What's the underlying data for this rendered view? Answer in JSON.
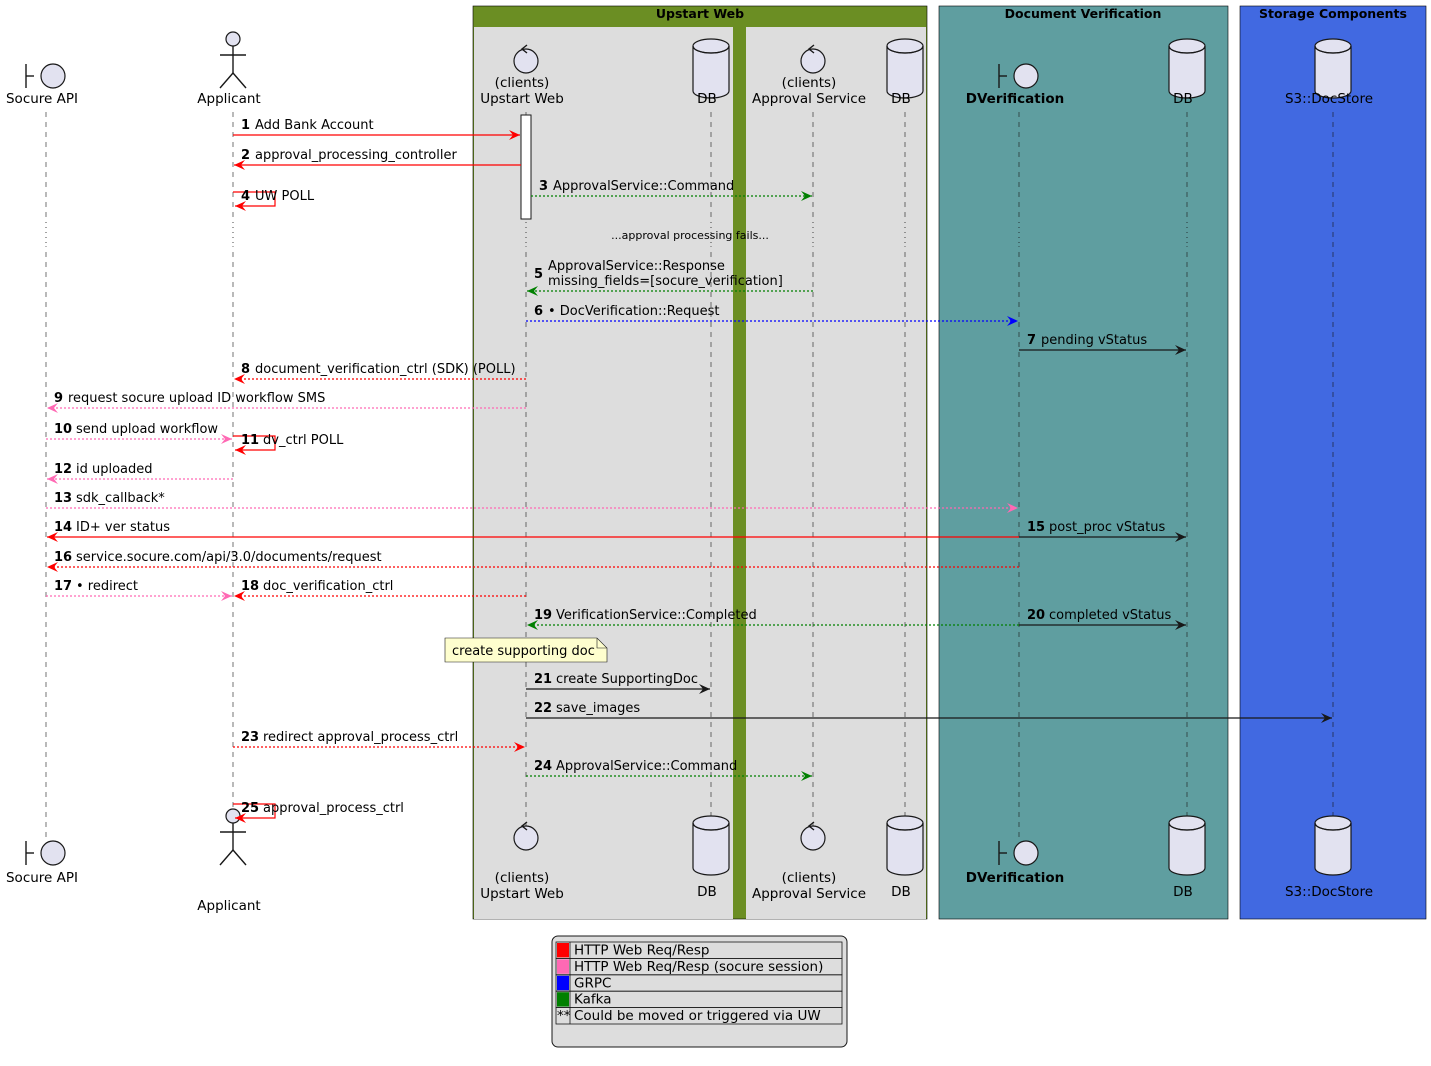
{
  "colors": {
    "http": "#ff0000",
    "socure": "#ff69b4",
    "grpc": "#0000ff",
    "kafka": "#008000",
    "black": "#181818",
    "upstart_box": "#6b8e23",
    "docver_box": "#5f9ea0",
    "storage_box": "#4169e1",
    "inner_box": "#dddddd",
    "participant_fill": "#e2e2f0",
    "note_fill": "#fefece"
  },
  "boxes": {
    "upstart": "Upstart Web",
    "docver": "Document Verification",
    "storage": "Storage Components"
  },
  "participants": [
    {
      "id": "socure",
      "kind": "boundary",
      "lines": [
        "Socure API"
      ],
      "bold": false
    },
    {
      "id": "applicant",
      "kind": "actor",
      "lines": [
        "Applicant"
      ],
      "bold": false
    },
    {
      "id": "uw",
      "kind": "control",
      "lines": [
        "(clients)",
        "Upstart Web"
      ],
      "bold": false
    },
    {
      "id": "db1",
      "kind": "database",
      "lines": [
        "DB"
      ],
      "bold": false
    },
    {
      "id": "approval",
      "kind": "control",
      "lines": [
        "(clients)",
        "Approval Service"
      ],
      "bold": false
    },
    {
      "id": "db2",
      "kind": "database",
      "lines": [
        "DB"
      ],
      "bold": false
    },
    {
      "id": "dver",
      "kind": "boundary",
      "lines": [
        "DVerification"
      ],
      "bold": true
    },
    {
      "id": "db3",
      "kind": "database",
      "lines": [
        "DB"
      ],
      "bold": false
    },
    {
      "id": "s3",
      "kind": "database",
      "lines": [
        "S3::DocStore"
      ],
      "bold": false
    }
  ],
  "messages": [
    {
      "num": "1",
      "text": [
        "Add Bank Account"
      ],
      "from": "applicant",
      "to": "uw",
      "style": "http",
      "dashed": false
    },
    {
      "num": "2",
      "text": [
        "approval_processing_controller"
      ],
      "from": "uw",
      "to": "applicant",
      "style": "http",
      "dashed": false
    },
    {
      "num": "4",
      "text": [
        "UW POLL"
      ],
      "from": "applicant",
      "to": "applicant",
      "style": "http",
      "dashed": false
    },
    {
      "num": "3",
      "text": [
        "ApprovalService::Command"
      ],
      "from": "uw",
      "to": "approval",
      "style": "kafka",
      "dashed": true
    },
    {
      "num": "5",
      "text": [
        "ApprovalService::Response",
        "missing_fields=[socure_verification]"
      ],
      "from": "approval",
      "to": "uw",
      "style": "kafka",
      "dashed": true
    },
    {
      "num": "6",
      "text": [
        "• DocVerification::Request"
      ],
      "from": "uw",
      "to": "dver",
      "style": "grpc",
      "dashed": true
    },
    {
      "num": "7",
      "text": [
        "pending vStatus"
      ],
      "from": "dver",
      "to": "db3",
      "style": "black",
      "dashed": false
    },
    {
      "num": "8",
      "text": [
        "document_verification_ctrl (SDK) (POLL)"
      ],
      "from": "uw",
      "to": "applicant",
      "style": "http",
      "dashed": true
    },
    {
      "num": "9",
      "text": [
        "request socure upload ID workflow SMS"
      ],
      "from": "uw",
      "to": "socure",
      "style": "socure",
      "dashed": true
    },
    {
      "num": "10",
      "text": [
        "send upload workflow"
      ],
      "from": "socure",
      "to": "applicant",
      "style": "socure",
      "dashed": true
    },
    {
      "num": "11",
      "text": [
        "dv_ctrl POLL"
      ],
      "from": "applicant",
      "to": "applicant",
      "style": "http",
      "dashed": false
    },
    {
      "num": "12",
      "text": [
        "id uploaded"
      ],
      "from": "applicant",
      "to": "socure",
      "style": "socure",
      "dashed": true
    },
    {
      "num": "13",
      "text": [
        "sdk_callback*"
      ],
      "from": "socure",
      "to": "dver",
      "style": "socure",
      "dashed": true
    },
    {
      "num": "14",
      "text": [
        "ID+ ver status"
      ],
      "from": "dver",
      "to": "socure",
      "style": "http",
      "dashed": false
    },
    {
      "num": "15",
      "text": [
        "post_proc vStatus"
      ],
      "from": "dver",
      "to": "db3",
      "style": "black",
      "dashed": false
    },
    {
      "num": "16",
      "text": [
        "service.socure.com/api/3.0/documents/request"
      ],
      "from": "dver",
      "to": "socure",
      "style": "http",
      "dashed": true
    },
    {
      "num": "17",
      "text": [
        "• redirect"
      ],
      "from": "socure",
      "to": "applicant",
      "style": "socure",
      "dashed": true
    },
    {
      "num": "18",
      "text": [
        "doc_verification_ctrl"
      ],
      "from": "uw",
      "to": "applicant",
      "style": "http",
      "dashed": true
    },
    {
      "num": "19",
      "text": [
        "VerificationService::Completed"
      ],
      "from": "dver",
      "to": "uw",
      "style": "kafka",
      "dashed": true
    },
    {
      "num": "20",
      "text": [
        "completed vStatus"
      ],
      "from": "dver",
      "to": "db3",
      "style": "black",
      "dashed": false
    },
    {
      "num": "21",
      "text": [
        "create SupportingDoc"
      ],
      "from": "uw",
      "to": "db1",
      "style": "black",
      "dashed": false
    },
    {
      "num": "22",
      "text": [
        "save_images"
      ],
      "from": "uw",
      "to": "s3",
      "style": "black",
      "dashed": false
    },
    {
      "num": "23",
      "text": [
        "redirect approval_process_ctrl"
      ],
      "from": "applicant",
      "to": "uw",
      "style": "http",
      "dashed": true
    },
    {
      "num": "24",
      "text": [
        "ApprovalService::Command"
      ],
      "from": "uw",
      "to": "approval",
      "style": "kafka",
      "dashed": true
    },
    {
      "num": "25",
      "text": [
        "approval_process_ctrl"
      ],
      "from": "applicant",
      "to": "applicant",
      "style": "http",
      "dashed": false
    }
  ],
  "divider": "...approval processing fails...",
  "note": "create supporting doc",
  "legend": [
    {
      "swatch": "http",
      "label": "HTTP Web Req/Resp"
    },
    {
      "swatch": "socure",
      "label": "HTTP Web Req/Resp (socure session)"
    },
    {
      "swatch": "grpc",
      "label": "GRPC"
    },
    {
      "swatch": "kafka",
      "label": "Kafka"
    },
    {
      "swatch": "text",
      "swatch_text": "**",
      "label": "Could be moved or triggered via UW"
    }
  ]
}
